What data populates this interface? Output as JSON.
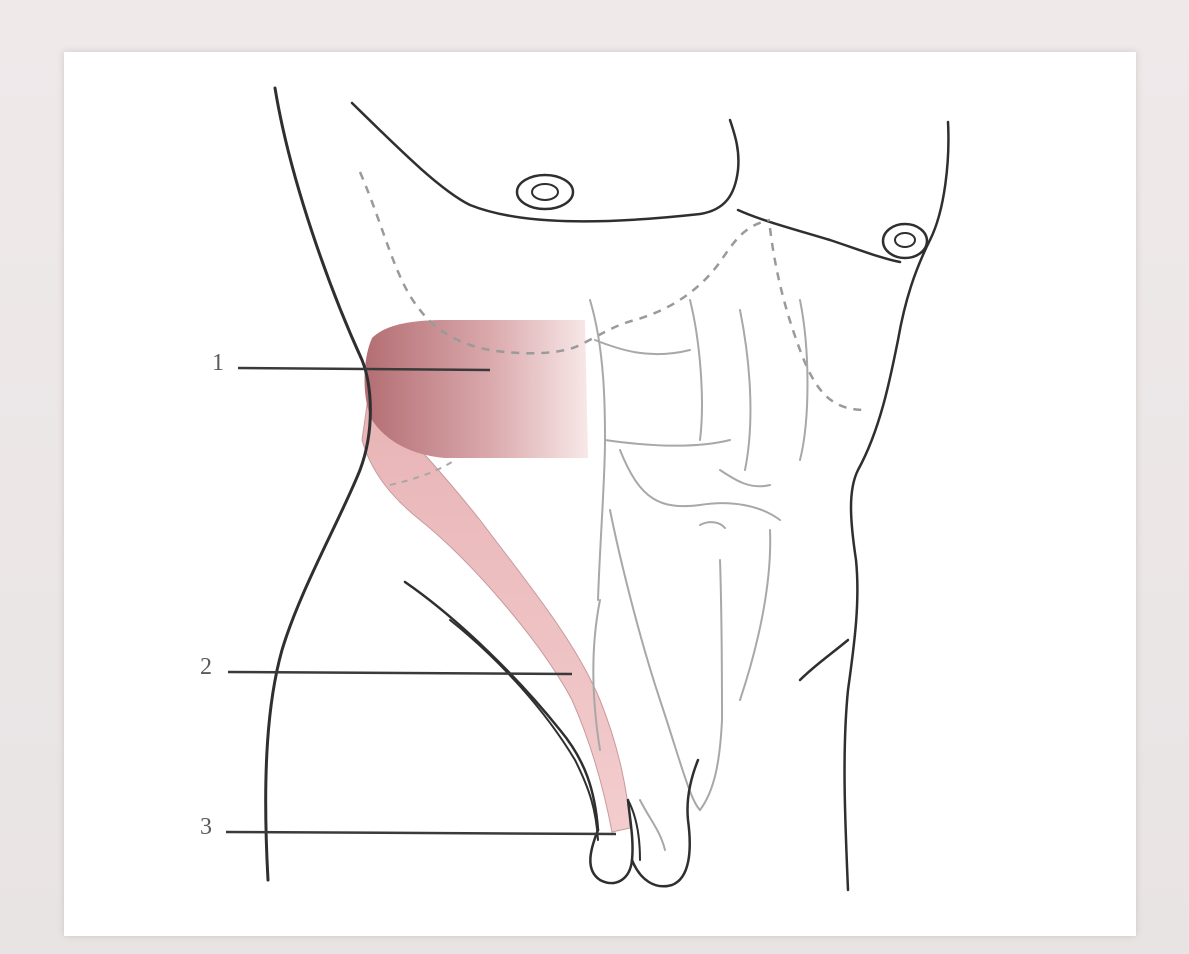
{
  "figure": {
    "callouts": [
      {
        "label": "1"
      },
      {
        "label": "2"
      },
      {
        "label": "3"
      }
    ],
    "colors": {
      "outline": "#2f2f2f",
      "faint_outline": "#a8a8a8",
      "dashed": "#9a9a9a",
      "region_dark": "#b9787c",
      "region_light": "#f2cfd0",
      "band": "#efc0c2",
      "background": "#ffffff",
      "frame": "#ece6e6"
    }
  }
}
